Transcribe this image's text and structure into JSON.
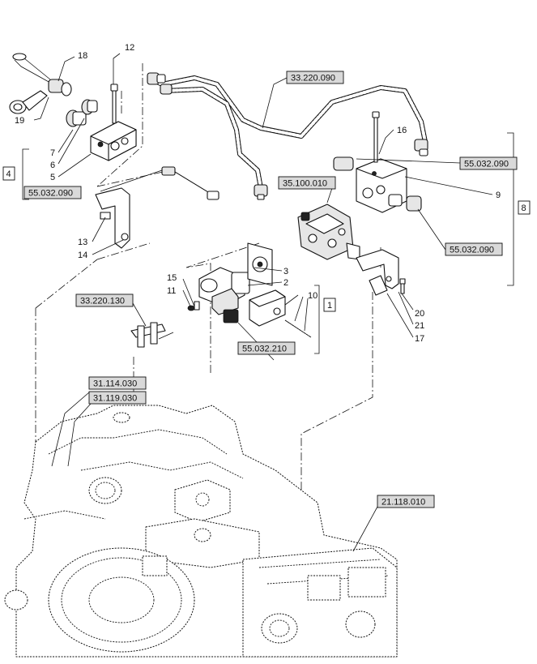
{
  "callouts": {
    "c2": "2",
    "c3": "3",
    "c4": "4",
    "c5": "5",
    "c6": "6",
    "c7": "7",
    "c8": "8",
    "c9": "9",
    "c10": "10",
    "c11": "11",
    "c12": "12",
    "c13": "13",
    "c14": "14",
    "c15": "15",
    "c16": "16",
    "c17": "17",
    "c18": "18",
    "c19": "19",
    "c20": "20",
    "c21": "21",
    "c1": "1"
  },
  "refs": {
    "r33220090": "33.220.090",
    "r55032090_left": "55.032.090",
    "r55032090_top": "55.032.090",
    "r55032090_right": "55.032.090",
    "r35100010": "35.100.010",
    "r33220130": "33.220.130",
    "r55032210": "55.032.210",
    "r31114030": "31.114.030",
    "r31119030": "31.119.030",
    "r21118010": "21.118.010"
  }
}
